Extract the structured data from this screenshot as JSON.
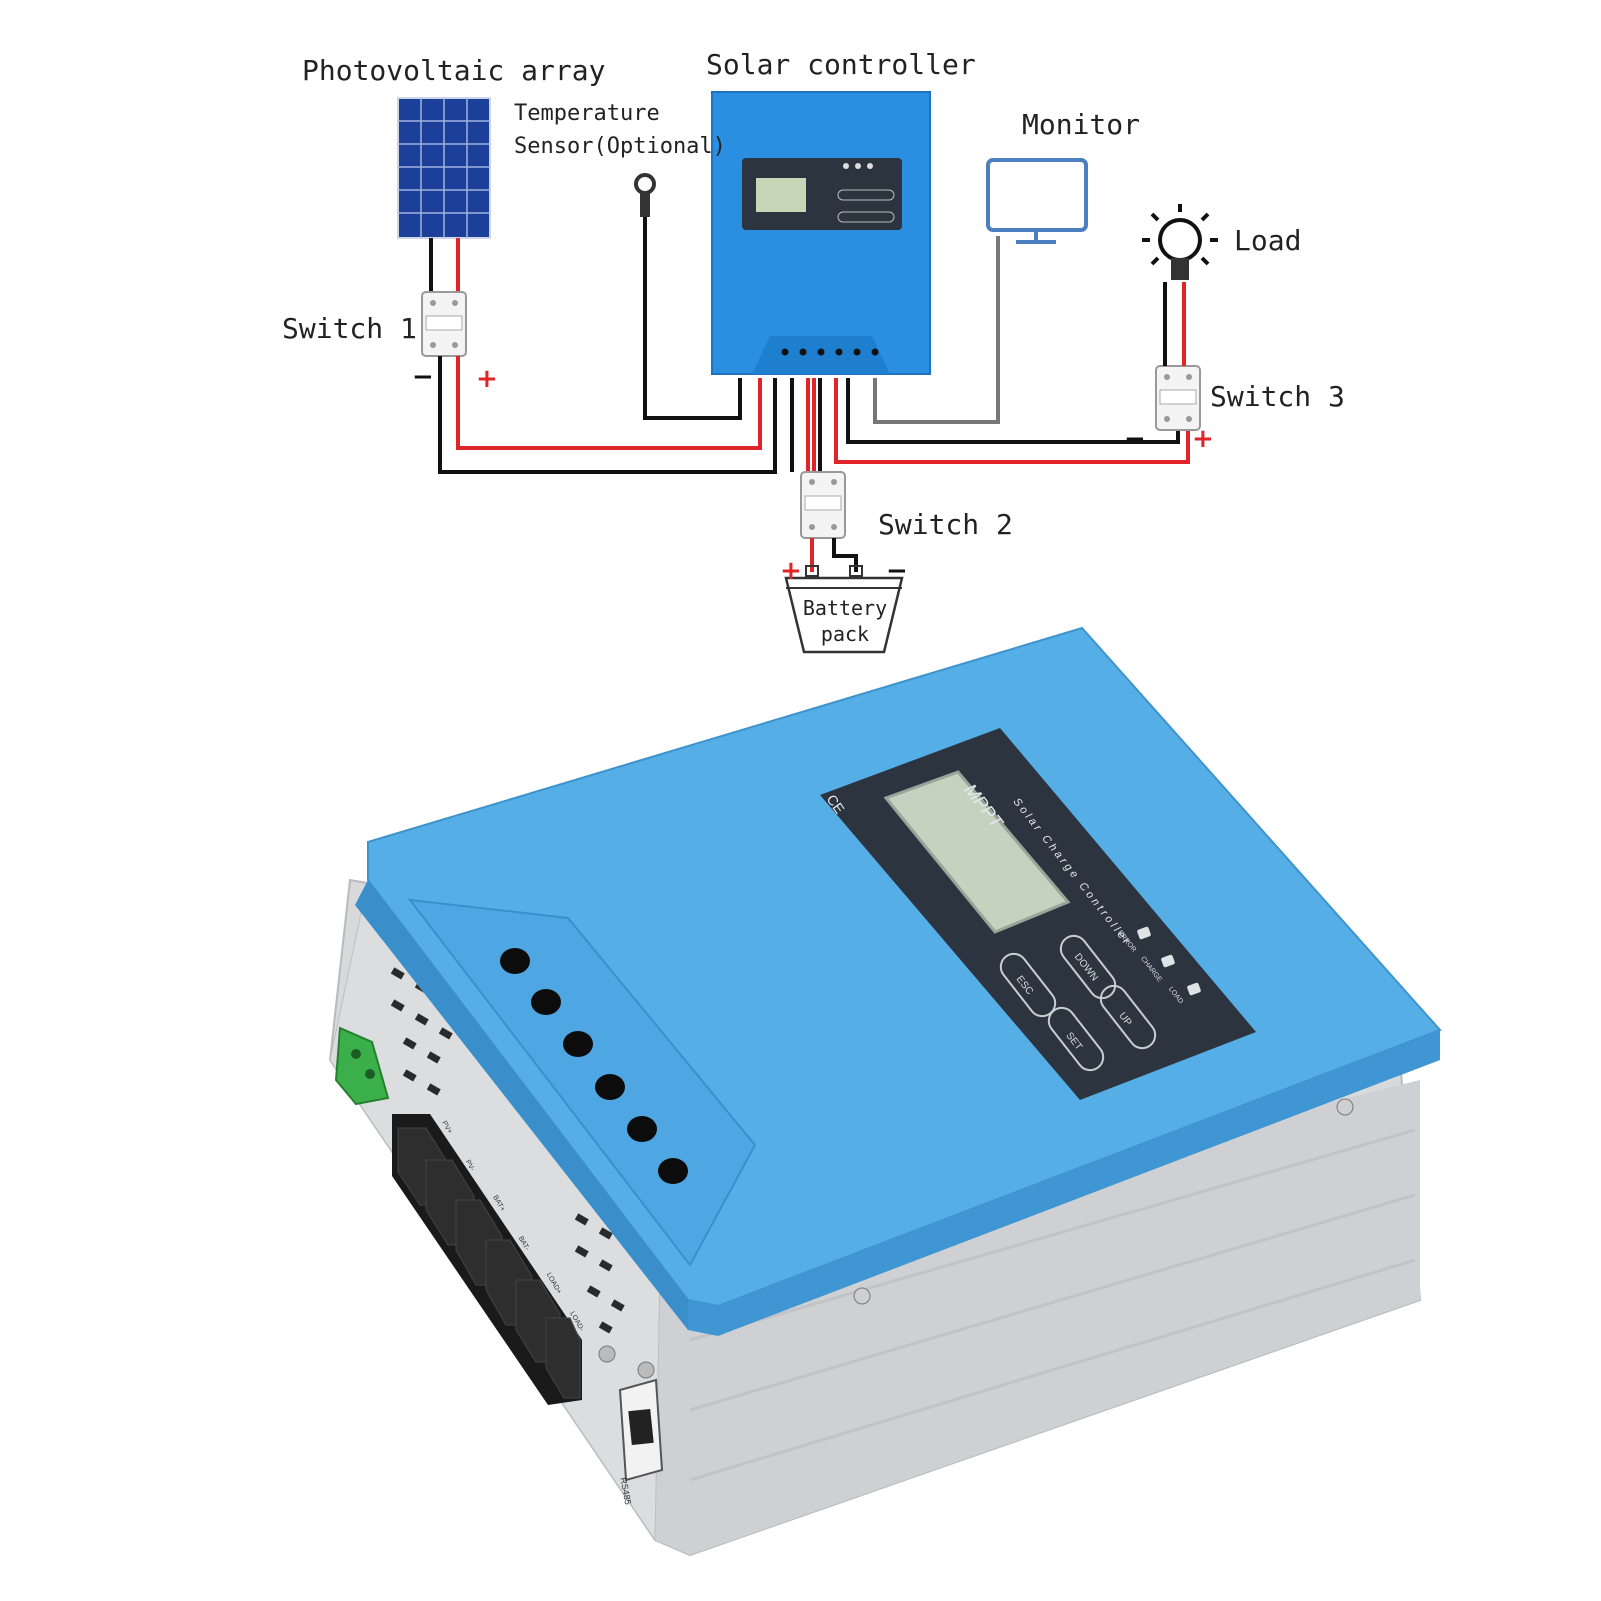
{
  "diagram": {
    "labels": {
      "photovoltaic_array": "Photovoltaic array",
      "solar_controller": "Solar controller",
      "temperature_sensor_line1": "Temperature",
      "temperature_sensor_line2": "Sensor(Optional)",
      "monitor": "Monitor",
      "load": "Load",
      "switch_1": "Switch 1",
      "switch_2": "Switch 2",
      "switch_3": "Switch 3",
      "battery_line1": "Battery",
      "battery_line2": "pack"
    },
    "polarity": {
      "minus": "−",
      "plus": "+"
    },
    "colors": {
      "positive_wire": "#e0242a",
      "negative_wire": "#111111",
      "sensor_wire": "#222222",
      "monitor_wire": "#777777",
      "controller_blue": "#2a8fe0"
    }
  },
  "product": {
    "panel_brand": "MPPT",
    "panel_subtitle": "Solar Charge Controller",
    "ce_mark": "CE",
    "indicators": [
      "ERROR",
      "CHARGE",
      "LOAD"
    ],
    "buttons": {
      "esc": "ESC",
      "down": "DOWN",
      "up": "UP",
      "set": "SET"
    },
    "terminals": [
      "PV+",
      "PV-",
      "BAT+",
      "BAT-",
      "LOAD+",
      "LOAD-"
    ],
    "port_label": "RS485",
    "colors": {
      "cover": "#56aee6",
      "body": "#d8d9db",
      "panel": "#2c3440"
    }
  }
}
